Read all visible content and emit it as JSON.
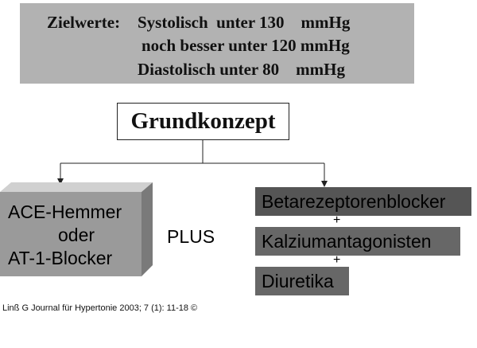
{
  "targets": {
    "label": "Zielwerte:",
    "systolic": "Systolisch  unter 130    mmHg",
    "better": "noch besser unter 120 mmHg",
    "diastolic": "Diastolisch unter 80    mmHg"
  },
  "concept": {
    "title": "Grundkonzept"
  },
  "left": {
    "line1": "ACE-Hemmer",
    "line2": "oder",
    "line3": "AT-1-Blocker"
  },
  "plus_word": "PLUS",
  "right": {
    "drug1": "Betarezeptorenblocker",
    "plus1": "+",
    "drug2": "Kalziumantagonisten",
    "plus2": "+",
    "drug3": "Diuretika"
  },
  "citation": "Linß G Journal für Hypertonie 2003; 7 (1): 11-18 ©",
  "colors": {
    "banner": "#b2b2b2",
    "block_front": "#9a9a9a",
    "block_top": "#d0d0d0",
    "block_side": "#7a7a7a",
    "drug_box": "#676767",
    "drug_box_dark": "#555555"
  }
}
